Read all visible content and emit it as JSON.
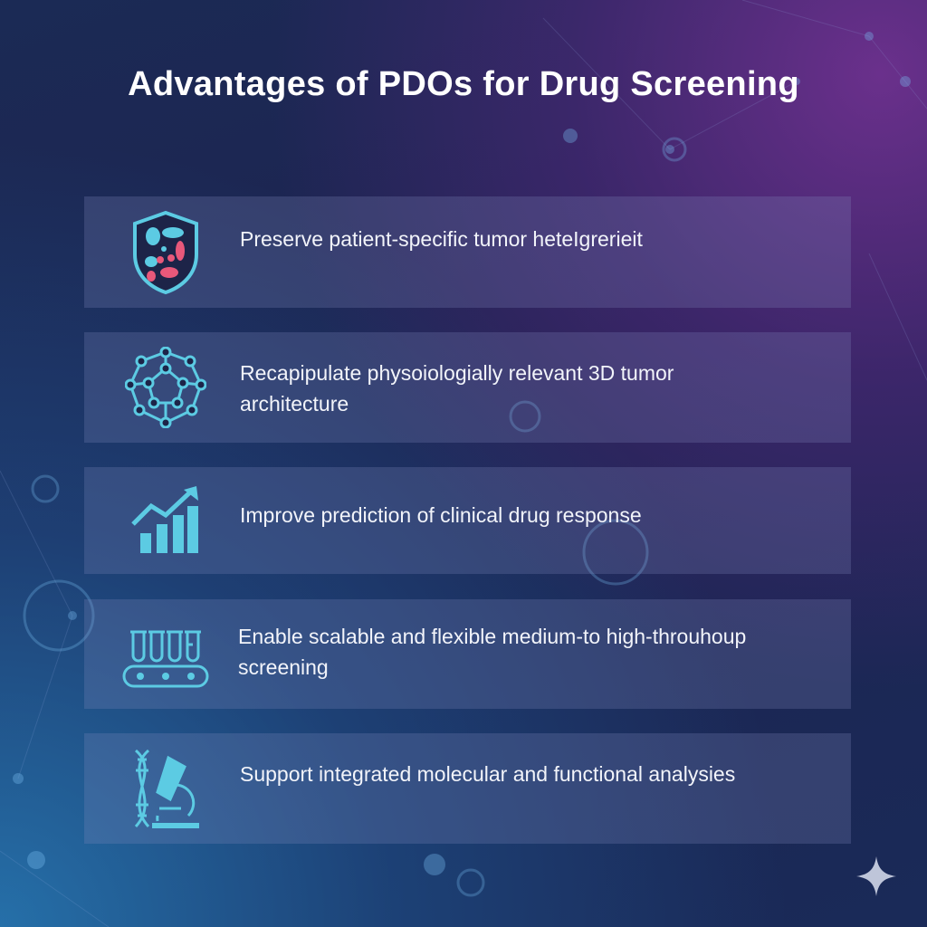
{
  "title": "Advantages of PDOs for Drug Screening",
  "items": [
    {
      "icon": "shield-cells-icon",
      "text": "Preserve patient-specific tumor heteIgrerieit"
    },
    {
      "icon": "molecular-network-icon",
      "text": "Recapipulate physoiologially relevant 3D tumor architecture"
    },
    {
      "icon": "growth-chart-icon",
      "text": "Improve prediction of clinical drug response"
    },
    {
      "icon": "test-tubes-conveyor-icon",
      "text": "Enable scalable and flexible medium-to high-throuhoup screening"
    },
    {
      "icon": "dna-microscope-icon",
      "text": "Support integrated molecular and functional analysies"
    }
  ],
  "colors": {
    "accent": "#5ccbe3",
    "pink": "#e8587a"
  }
}
